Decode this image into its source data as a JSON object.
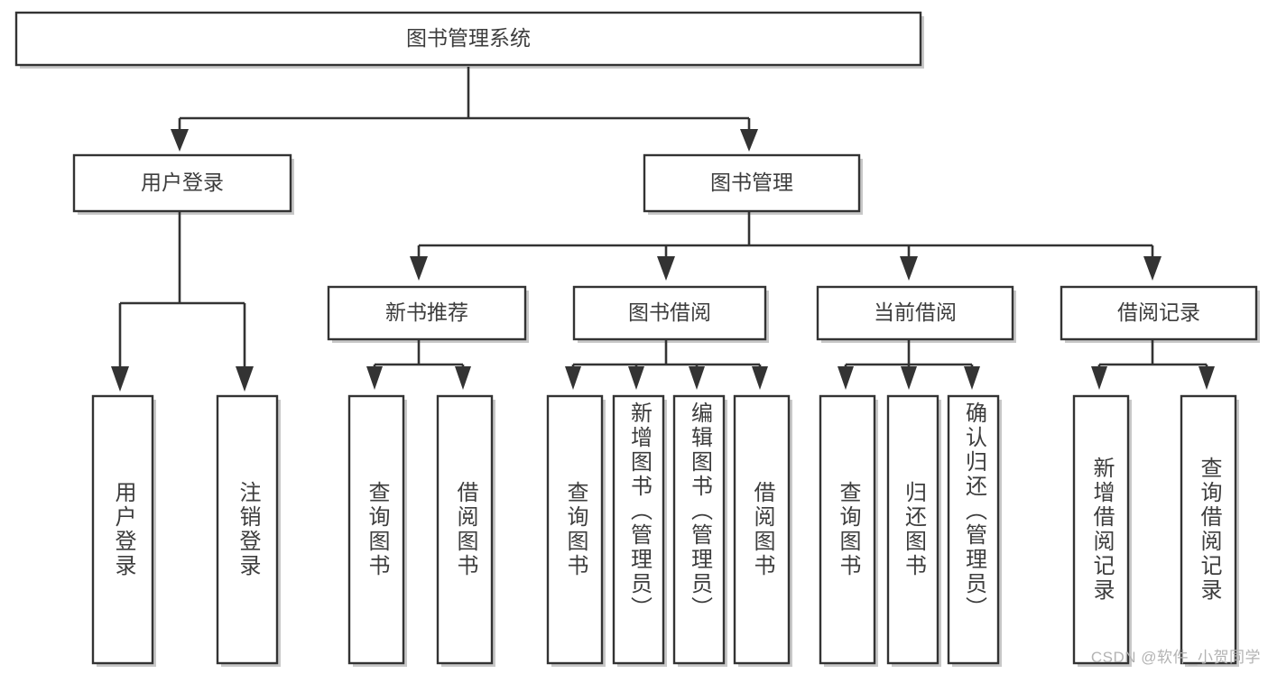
{
  "diagram": {
    "title": "图书管理系统",
    "watermark": "CSDN @软件_小贺同学",
    "colors": {
      "stroke": "#333333",
      "shadow": "#c8c8c8",
      "text": "#3d3d3d",
      "background": "#ffffff"
    },
    "root": {
      "label": "图书管理系统"
    },
    "level2": [
      {
        "label": "用户登录"
      },
      {
        "label": "图书管理"
      }
    ],
    "level3": [
      {
        "label": "新书推荐"
      },
      {
        "label": "图书借阅"
      },
      {
        "label": "当前借阅"
      },
      {
        "label": "借阅记录"
      }
    ],
    "leaves": {
      "user_login": [
        {
          "label": "用户登录"
        },
        {
          "label": "注销登录"
        }
      ],
      "new_book_recommend": [
        {
          "label": "查询图书"
        },
        {
          "label": "借阅图书"
        }
      ],
      "book_borrow": [
        {
          "label": "查询图书"
        },
        {
          "label": "新增图书（管理员）"
        },
        {
          "label": "编辑图书（管理员）"
        },
        {
          "label": "借阅图书"
        }
      ],
      "current_borrow": [
        {
          "label": "查询图书"
        },
        {
          "label": "归还图书"
        },
        {
          "label": "确认归还（管理员）"
        }
      ],
      "borrow_record": [
        {
          "label": "新增借阅记录"
        },
        {
          "label": "查询借阅记录"
        }
      ]
    }
  }
}
